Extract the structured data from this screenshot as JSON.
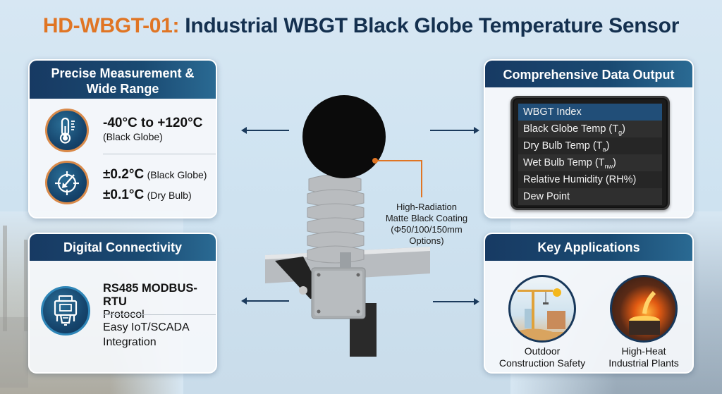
{
  "title": {
    "code": "HD-WBGT-01:",
    "text": " Industrial WBGT Black Globe Temperature Sensor"
  },
  "colors": {
    "accent_orange": "#e07524",
    "navy": "#14304f",
    "panel_header": "#173a63"
  },
  "measurement": {
    "title_line1": "Precise Measurement &",
    "title_line2": "Wide Range",
    "range_value": "-40°C to +120°C",
    "range_note": "(Black Globe)",
    "accuracy1_value": "±0.2°C",
    "accuracy1_note": "(Black Globe)",
    "accuracy2_value": "±0.1°C",
    "accuracy2_note": "(Dry Bulb)",
    "icons": [
      "thermometer-icon",
      "gauge-target-icon"
    ]
  },
  "data_output": {
    "title": "Comprehensive Data Output",
    "items": [
      {
        "label": "WBGT Index",
        "sub": "",
        "close": ""
      },
      {
        "label": "Black Globe Temp (T",
        "sub": "g",
        "close": ")"
      },
      {
        "label": "Dry Bulb Temp (T",
        "sub": "a",
        "close": ")"
      },
      {
        "label": "Wet Bulb Temp (T",
        "sub": "nw",
        "close": ")"
      },
      {
        "label": "Relative Humidity (RH%)",
        "sub": "",
        "close": ""
      },
      {
        "label": "Dew Point",
        "sub": "",
        "close": ""
      }
    ],
    "selected_index": 0
  },
  "connectivity": {
    "title": "Digital Connectivity",
    "protocol_bold": "RS485 MODBUS-RTU",
    "protocol_sub": "Protocol",
    "integration_line1": "Easy IoT/SCADA",
    "integration_line2": "Integration",
    "icon": "serial-connector-icon"
  },
  "applications": {
    "title": "Key Applications",
    "items": [
      {
        "line1": "Outdoor",
        "line2": "Construction Safety",
        "icon": "construction-crane-icon"
      },
      {
        "line1": "High-Heat",
        "line2": "Industrial Plants",
        "icon": "molten-metal-icon"
      }
    ]
  },
  "callout": {
    "line1": "High-Radiation",
    "line2": "Matte Black Coating",
    "line3": "(Φ50/100/150mm",
    "line4": "Options)"
  }
}
